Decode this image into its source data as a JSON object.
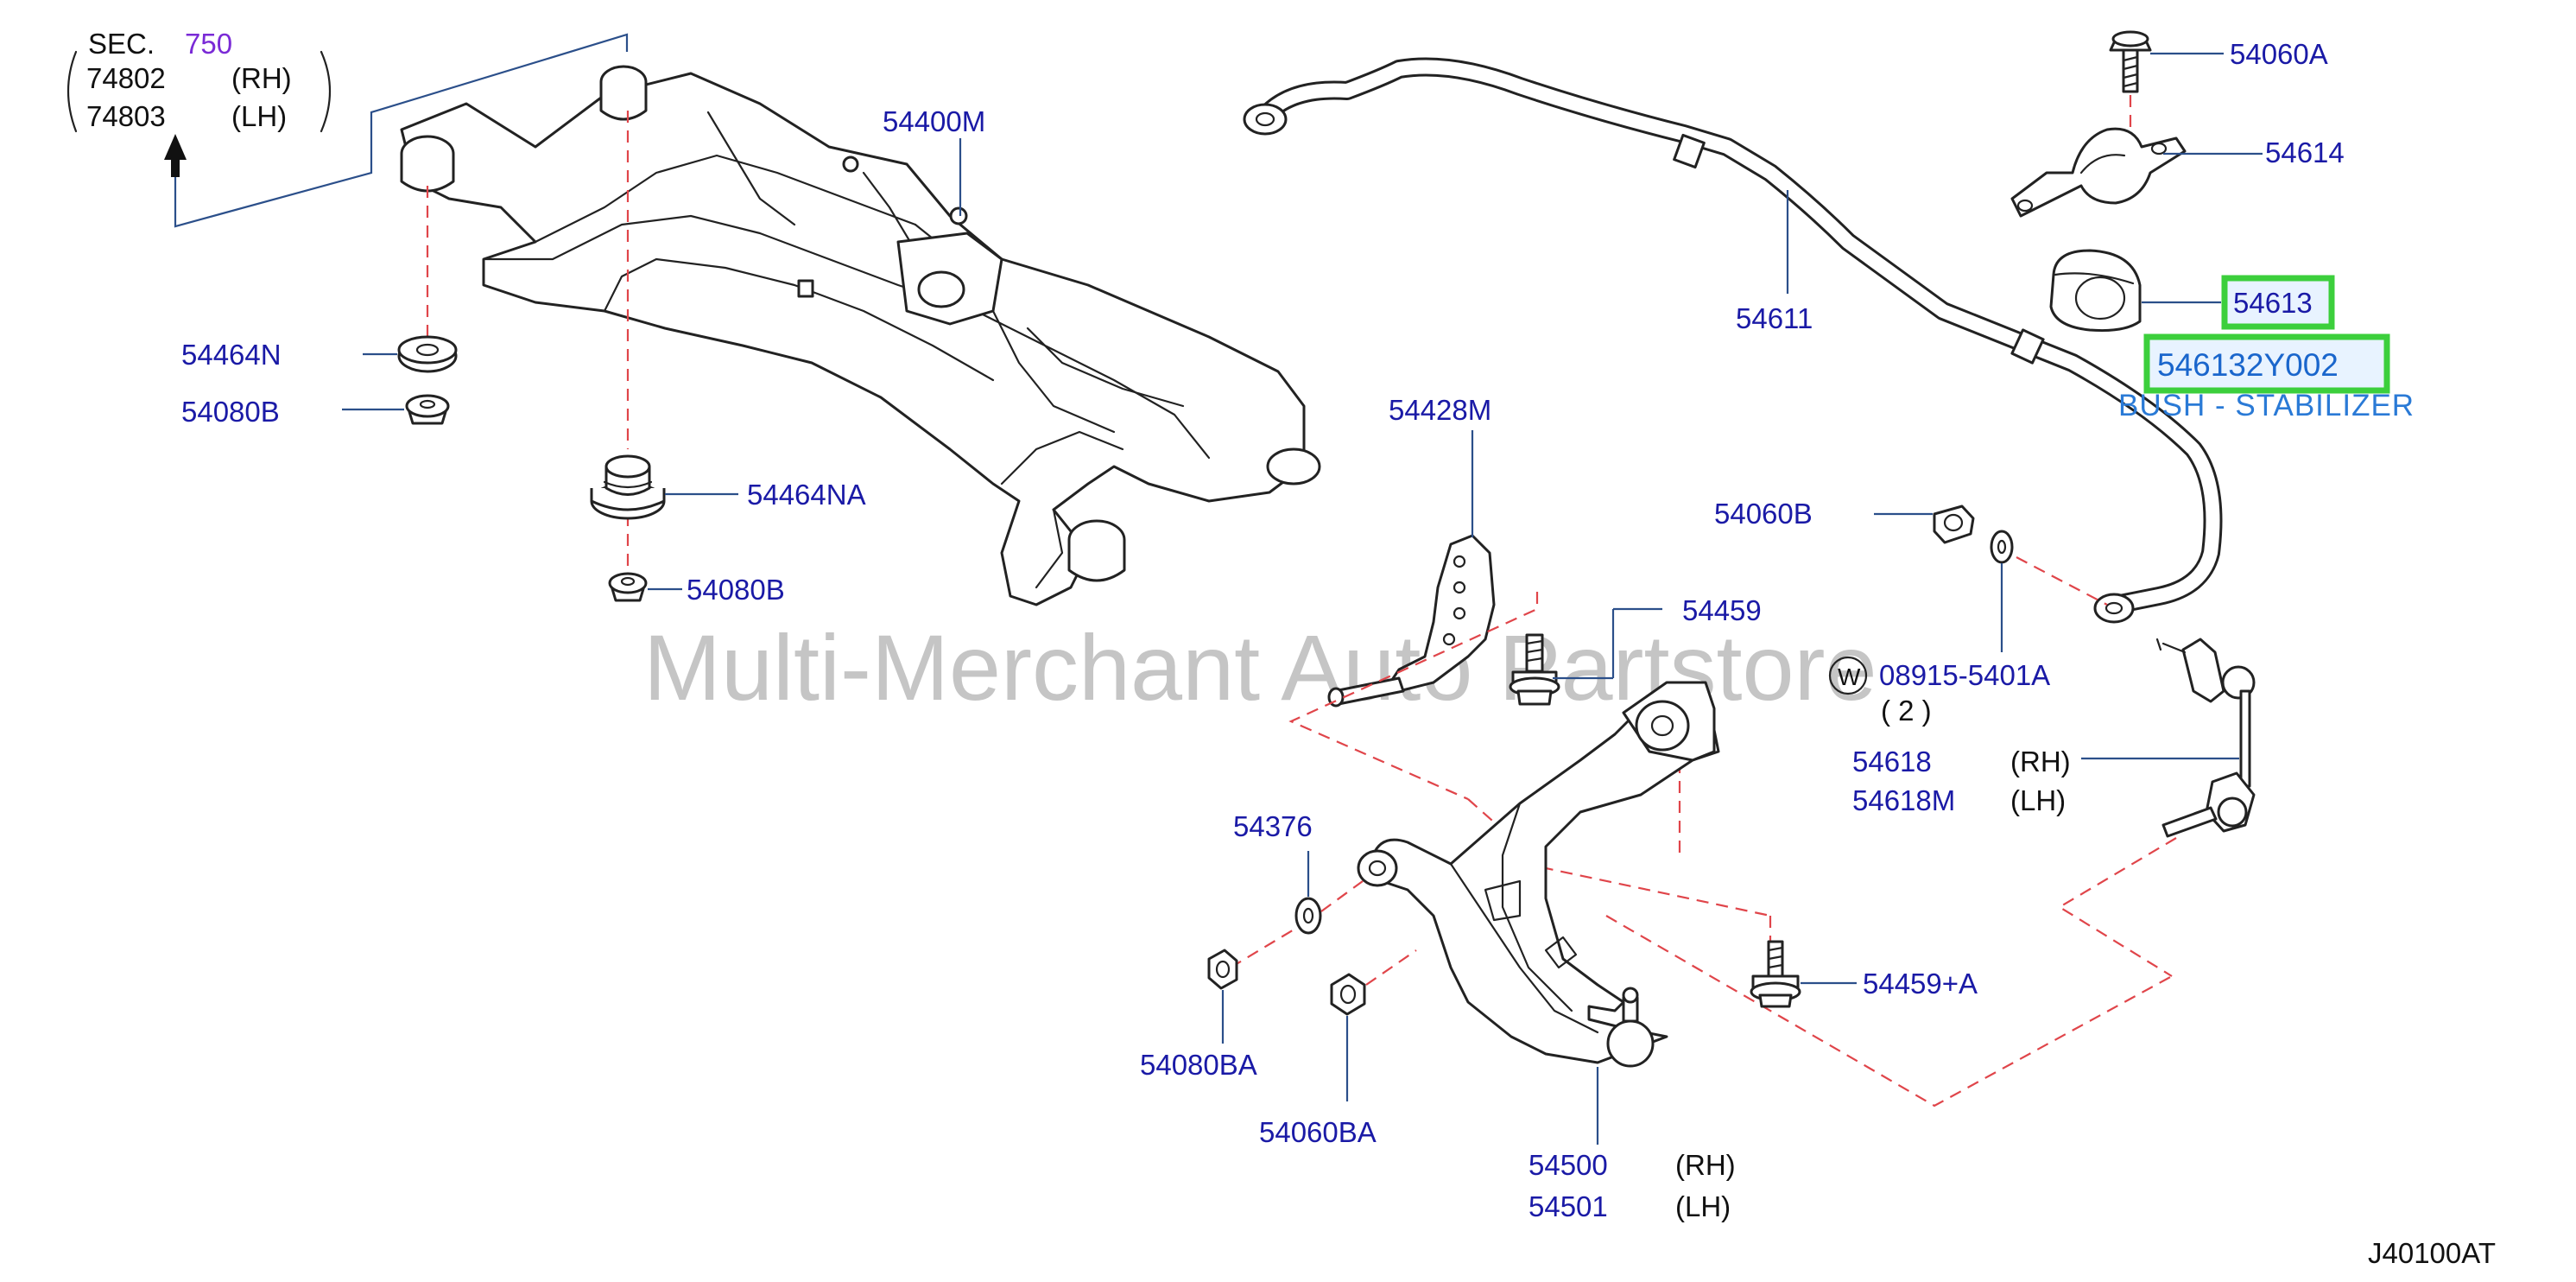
{
  "section_ref": {
    "sec_label": "SEC.",
    "sec_number": "750",
    "sec_color": "#7a2ad6",
    "rh_part": "74802",
    "rh_side": "(RH)",
    "lh_part": "74803",
    "lh_side": "(LH)"
  },
  "callouts": {
    "p54400M": "54400M",
    "p54464N": "54464N",
    "p54080B": "54080B",
    "p54464NA": "54464NA",
    "p54080B_2": "54080B",
    "p54611": "54611",
    "p54060A": "54060A",
    "p54614": "54614",
    "p54613": "54613",
    "p546132Y002": "546132Y002",
    "bush_stabilizer": "BUSH - STABILIZER",
    "p54428M": "54428M",
    "p54060B": "54060B",
    "p54459": "54459",
    "washer_symbol": "W",
    "p08915_5401A": "08915-5401A",
    "qty_08915": "( 2 )",
    "p54618": "54618",
    "p54618_side": "(RH)",
    "p54618M": "54618M",
    "p54618M_side": "(LH)",
    "p54376": "54376",
    "p54080BA": "54080BA",
    "p54060BA": "54060BA",
    "p54459A": "54459+A",
    "p54500": "54500",
    "p54500_side": "(RH)",
    "p54501": "54501",
    "p54501_side": "(LH)"
  },
  "highlight": {
    "color": "#3ccf3c",
    "fill": "#e8f3ff"
  },
  "colors": {
    "label_blue": "#1a1aa6",
    "leader_line": "#2b4f8a",
    "dashed_line": "#e0454a"
  },
  "watermark": "Multi-Merchant Auto Partstore",
  "diagram_code": "J40100AT"
}
